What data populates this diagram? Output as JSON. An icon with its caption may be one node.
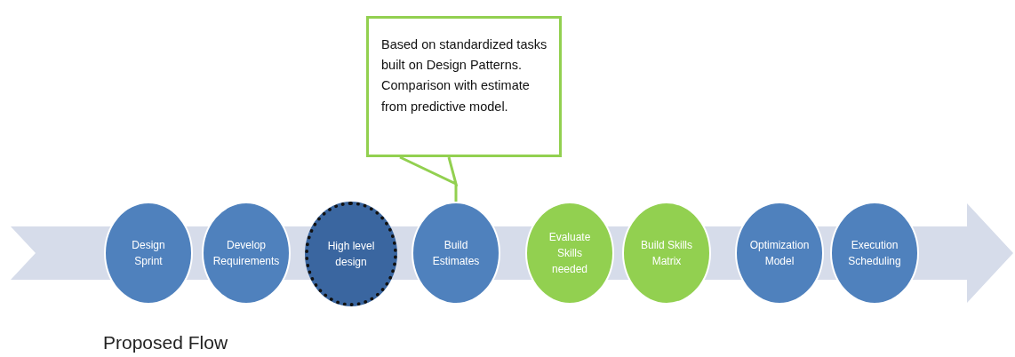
{
  "diagram": {
    "caption": "Proposed Flow",
    "nodes": [
      {
        "text": [
          "Design Sprint"
        ]
      },
      {
        "text": [
          "Develop Requirements"
        ]
      },
      {
        "text": [
          "High level design"
        ]
      },
      {
        "text": [
          "Build Estimates"
        ]
      },
      {
        "text": [
          "Evaluate Skills needed"
        ]
      },
      {
        "text": [
          "Build Skills Matrix"
        ]
      },
      {
        "text": [
          "Optimization Model"
        ]
      },
      {
        "text": [
          "Execution Scheduling"
        ]
      },
      {
        "text": [
          "Based on standardized tasks built on Design Patterns. Comparison with estimate from predictive model."
        ]
      }
    ],
    "edges": [
      {
        "from": 8,
        "to": 3,
        "arrow": "none",
        "color": "#92d050"
      }
    ]
  }
}
